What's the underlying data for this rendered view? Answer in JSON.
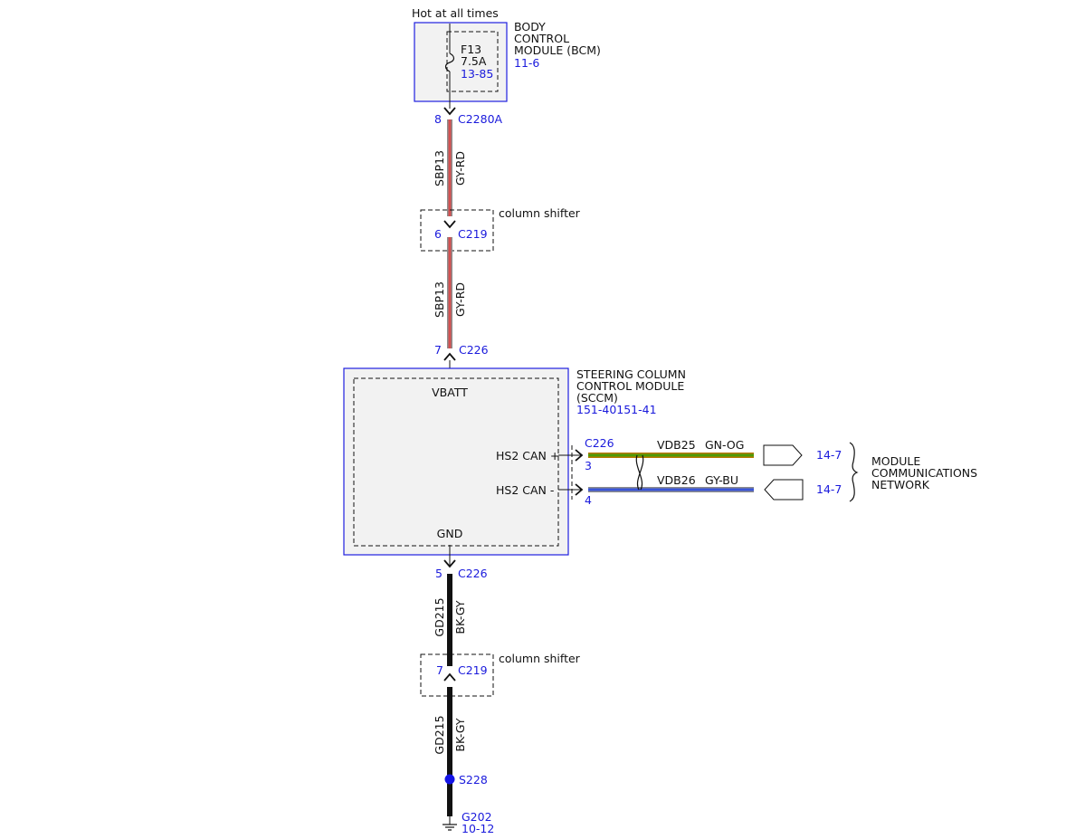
{
  "colors": {
    "module_border": "#1f1fe0",
    "link_text": "#1a1adc",
    "module_fill": "#f2f2f2",
    "wire_gy_rd_core": "#d35050",
    "wire_gy_rd_edge": "#8c8c8c",
    "wire_gn_og_core": "#4e9a06",
    "wire_gn_og_edge": "#b87800",
    "wire_gy_bu_core": "#3a55d8",
    "wire_gy_bu_edge": "#8c8c8c",
    "wire_bk": "#111111",
    "splice": "#1414e6"
  },
  "supply_label": "Hot at all times",
  "bcm": {
    "name_lines": [
      "BODY",
      "CONTROL",
      "MODULE (BCM)"
    ],
    "ref": "11-6",
    "fuse": {
      "id": "F13",
      "rating": "7.5A",
      "ref": "13-85"
    }
  },
  "connectors": {
    "bcm_out": {
      "pin": "8",
      "name": "C2280A"
    },
    "c219_upper": {
      "pin": "6",
      "name": "C219",
      "location": "column shifter"
    },
    "sccm_vbatt": {
      "pin": "7",
      "name": "C226"
    },
    "sccm_gnd": {
      "pin": "5",
      "name": "C226"
    },
    "c219_lower": {
      "pin": "7",
      "name": "C219",
      "location": "column shifter"
    },
    "sccm_can": {
      "name": "C226",
      "pin_plus": "3",
      "pin_minus": "4"
    }
  },
  "wires": {
    "sbp13_upper": {
      "circuit": "SBP13",
      "color": "GY-RD"
    },
    "sbp13_lower": {
      "circuit": "SBP13",
      "color": "GY-RD"
    },
    "gd215_upper": {
      "circuit": "GD215",
      "color": "BK-GY"
    },
    "gd215_lower": {
      "circuit": "GD215",
      "color": "BK-GY"
    },
    "vdb25": {
      "circuit": "VDB25",
      "color": "GN-OG"
    },
    "vdb26": {
      "circuit": "VDB26",
      "color": "GY-BU"
    }
  },
  "sccm": {
    "name_lines": [
      "STEERING COLUMN",
      "CONTROL MODULE",
      "(SCCM)"
    ],
    "ref": "151-40151-41",
    "pins": {
      "vbatt": "VBATT",
      "gnd": "GND",
      "can_plus": "HS2 CAN +",
      "can_minus": "HS2 CAN -"
    }
  },
  "network": {
    "ref_plus": "14-7",
    "ref_minus": "14-7",
    "name_lines": [
      "MODULE",
      "COMMUNICATIONS",
      "NETWORK"
    ]
  },
  "splice": {
    "id": "S228"
  },
  "ground": {
    "id": "G202",
    "ref": "10-12"
  }
}
